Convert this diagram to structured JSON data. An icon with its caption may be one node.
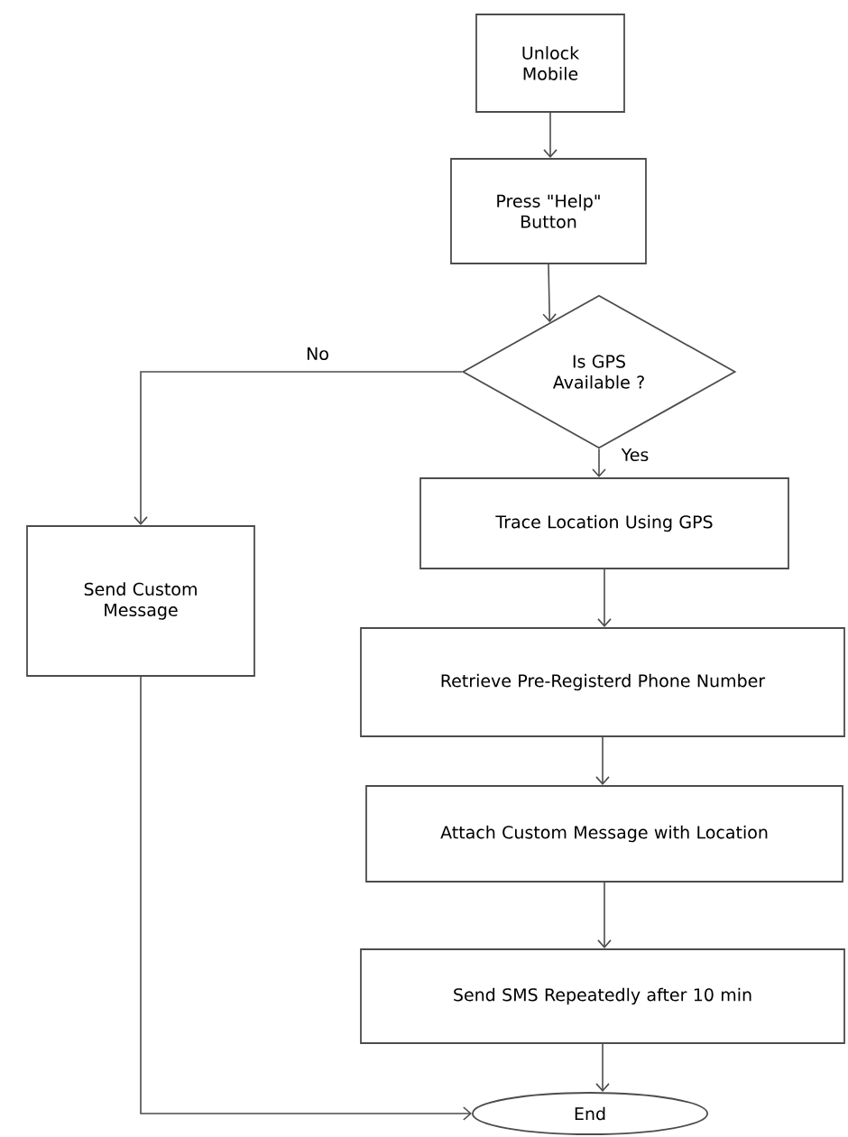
{
  "diagram": {
    "nodes": [
      {
        "text": [
          "Unlock Mobile"
        ]
      },
      {
        "text": [
          "Press \"Help\" Button"
        ]
      },
      {
        "text": [
          "Is GPS Available ?"
        ]
      },
      {
        "text": [
          "Trace Location Using GPS"
        ]
      },
      {
        "text": [
          "Send Custom Message"
        ]
      },
      {
        "text": [
          "Retrieve Pre-Registerd Phone Number"
        ]
      },
      {
        "text": [
          "Attach Custom Message with Location"
        ]
      },
      {
        "text": [
          "Send SMS Repeatedly after 10 min"
        ]
      },
      {
        "text": [
          "End"
        ]
      }
    ],
    "edges": [
      {
        "from": 0,
        "to": 1,
        "arrow": "to"
      },
      {
        "from": 1,
        "to": 2,
        "arrow": "to"
      },
      {
        "from": 2,
        "to": 3,
        "arrow": "to",
        "label": "Yes"
      },
      {
        "from": 2,
        "to": 4,
        "arrow": "to",
        "label": "No"
      },
      {
        "from": 3,
        "to": 5,
        "arrow": "to"
      },
      {
        "from": 5,
        "to": 6,
        "arrow": "to"
      },
      {
        "from": 6,
        "to": 7,
        "arrow": "to"
      },
      {
        "from": 7,
        "to": 8,
        "arrow": "to"
      },
      {
        "from": 4,
        "to": 8,
        "arrow": "to"
      }
    ]
  }
}
